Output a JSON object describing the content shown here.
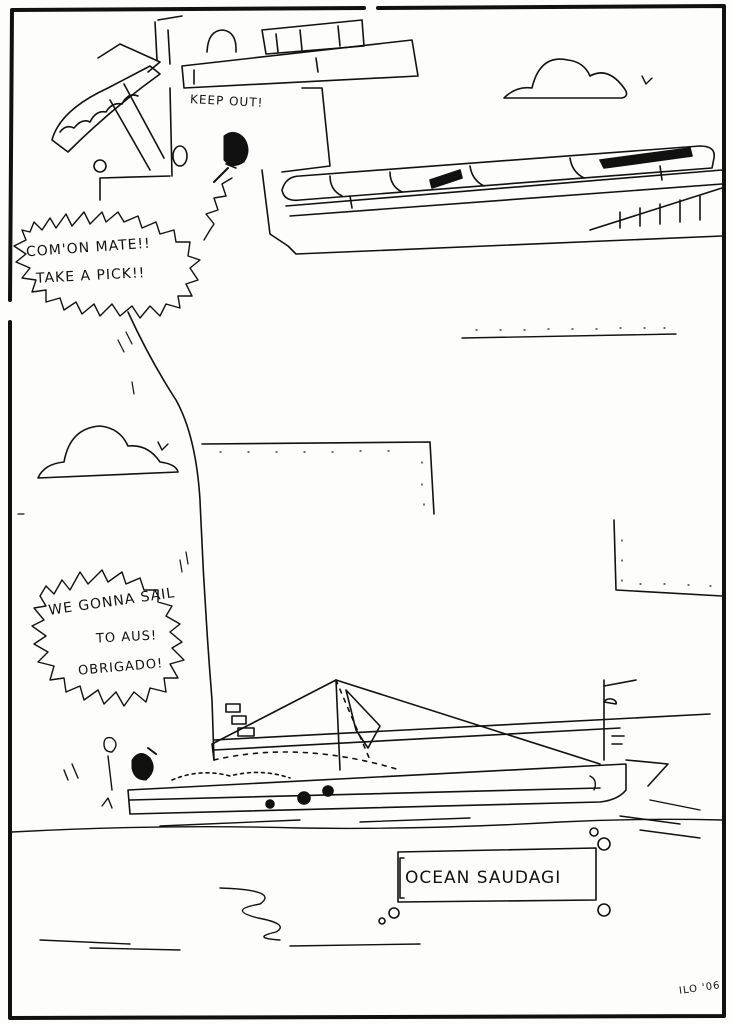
{
  "panel_top": {
    "sign_text": "KEEP OUT!",
    "speech_bubble": {
      "line1": "COM'ON MATE!!",
      "line2": "TAKE A PICK!!"
    }
  },
  "panel_bottom": {
    "speech_bubble": {
      "line1": "WE GONNA SAIL",
      "line2": "TO AUS!",
      "line3": "OBRIGADO!"
    },
    "caption": "OCEAN SAUDAGI"
  },
  "signature": "ILO '06",
  "colors": {
    "ink": "#111111",
    "paper": "#fdfdfb"
  }
}
